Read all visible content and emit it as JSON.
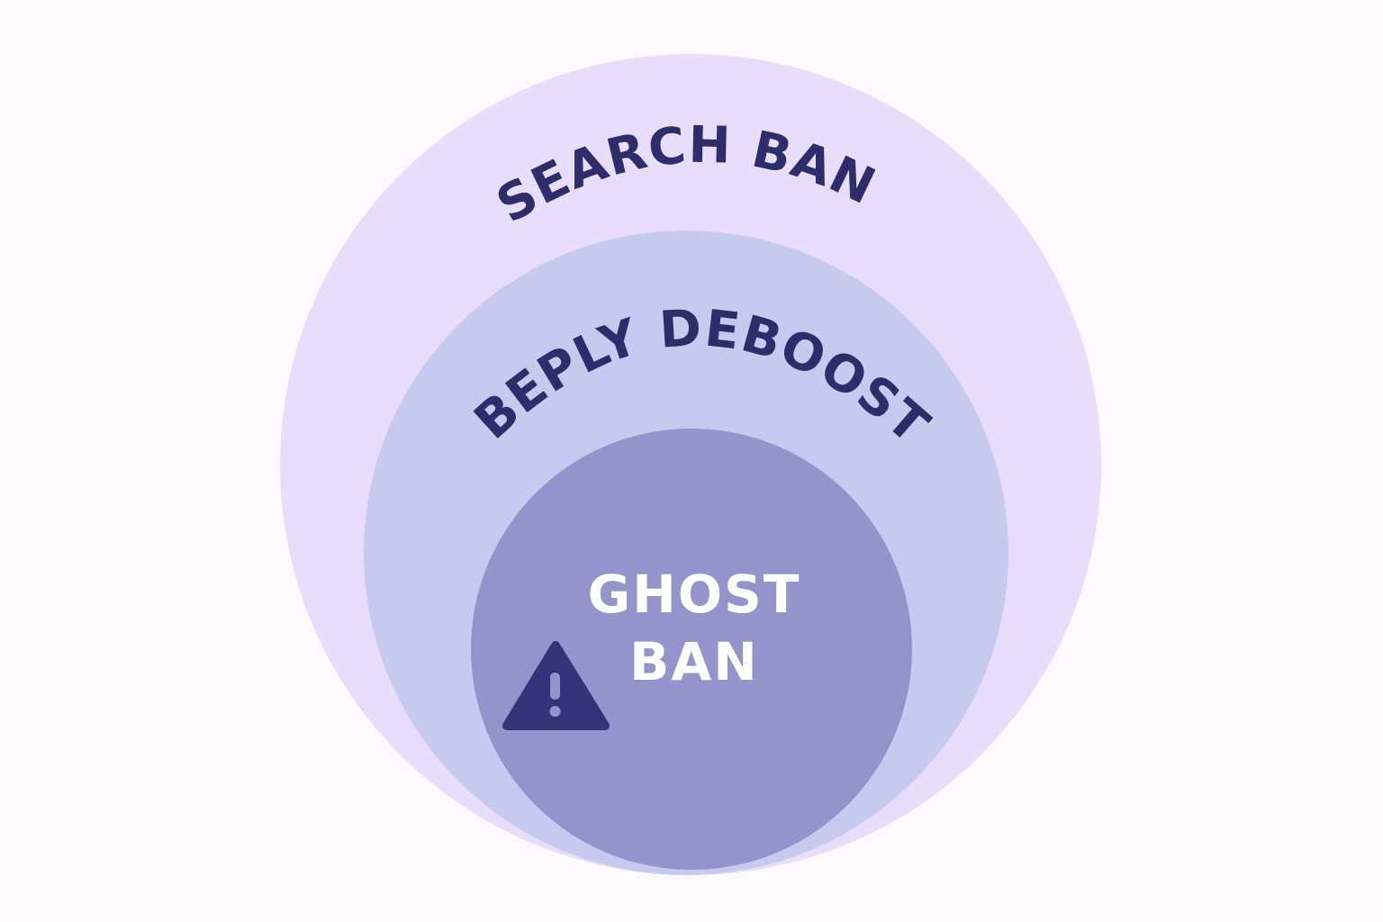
{
  "diagram": {
    "outer": {
      "label": "SEARCH BAN",
      "fill": "#e8ddfb"
    },
    "middle": {
      "label": "BEPLY DEBOOST",
      "fill": "#c6caef"
    },
    "inner": {
      "label_line1": "GHOST",
      "label_line2": "BAN",
      "fill": "#9494cc"
    },
    "text_color_dark": "#2d2d6b",
    "text_color_light": "#ffffff",
    "warning_icon": "warning-triangle-icon",
    "warning_color": "#34337a"
  }
}
